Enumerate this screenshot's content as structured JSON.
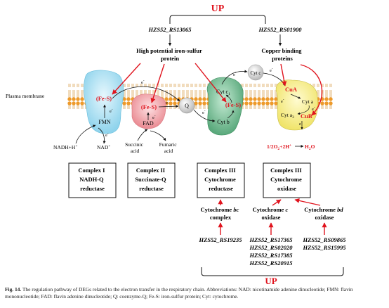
{
  "figure": {
    "up_top": "UP",
    "up_bottom": "UP",
    "gene_hp": "HZS52_RS13065",
    "gene_cu": "HZS52_RS01900",
    "hp_label_1": "High potential iron-sulfur",
    "hp_label_2": "protein",
    "cu_label_1": "Copper binding",
    "cu_label_2": "proteins",
    "membrane_label": "Plasma membrane",
    "fes_1": "(Fe-S)",
    "fes_2": "(Fe-S)",
    "fes_3": "(Fe-S)",
    "fmn": "FMN",
    "fad": "FAD",
    "q": "Q",
    "cytc": "Cyt c",
    "cytc1": "Cyt c",
    "cytc1_sub": "1",
    "cytb": "Cyt b",
    "cua": "CuA",
    "cuta": "Cyt a",
    "cyta3": "Cyt a",
    "cyta3_sub": "3",
    "cub": "CuB",
    "eminus": "e",
    "nadh": "NADH+H",
    "nad": "NAD",
    "succinic_1": "Succinic",
    "succinic_2": "acid",
    "fumaric_1": "Fumaric",
    "fumaric_2": "acid",
    "oxygen_eq": "1/2O",
    "oxygen_rest": "+2H",
    "water": "H",
    "water_o": "O",
    "sub_2": "2",
    "sup_plus": "+"
  },
  "complexes": [
    {
      "line1": "Complex I",
      "line2": "NADH-Q",
      "line3": "reductase"
    },
    {
      "line1": "Complex II",
      "line2": "Succinate-Q",
      "line3": "reductase"
    },
    {
      "line1": "Complex III",
      "line2": "Cytochrome",
      "line3": "reductase"
    },
    {
      "line1": "Complex III",
      "line2": "Cytochrome",
      "line3": "oxidase"
    }
  ],
  "enzymes": {
    "bc_pre": "Cytochrome ",
    "bc_it": "bc",
    "bc_line2": "complex",
    "c_pre": "Cytochrome ",
    "c_it": "c",
    "c_line2": "oxidase",
    "bd_pre": "Cytochrome ",
    "bd_it": "bd",
    "bd_line2": "oxidase"
  },
  "genes": {
    "bc": [
      "HZS52_RS19235"
    ],
    "c": [
      "HZS52_RS17365",
      "HZS52_RS02020",
      "HZS52_RS17385",
      "HZS52_RS20915"
    ],
    "bd": [
      "HZS52_RS09865",
      "HZS52_RS15995"
    ]
  },
  "caption": {
    "label": "Fig. 14.",
    "text": " The regulation pathway of DEGs related to the electron transfer in the respiratory chain. Abbreviations: NAD: nicotinamide adenine dinucleotide; FMN: flavin mononucleotide; FAD: flavin adenine dinucleotide; Q: coenzyme-Q; Fe-S: iron-sulfur protein; Cyt: cytochrome."
  },
  "colors": {
    "red": "#e0141e",
    "complex1": "#a8dff0",
    "complex2": "#f29ea4",
    "complex3": "#6fba8e",
    "oxidase": "#f6ef8e",
    "lipid_head": "#ee9a2a"
  }
}
